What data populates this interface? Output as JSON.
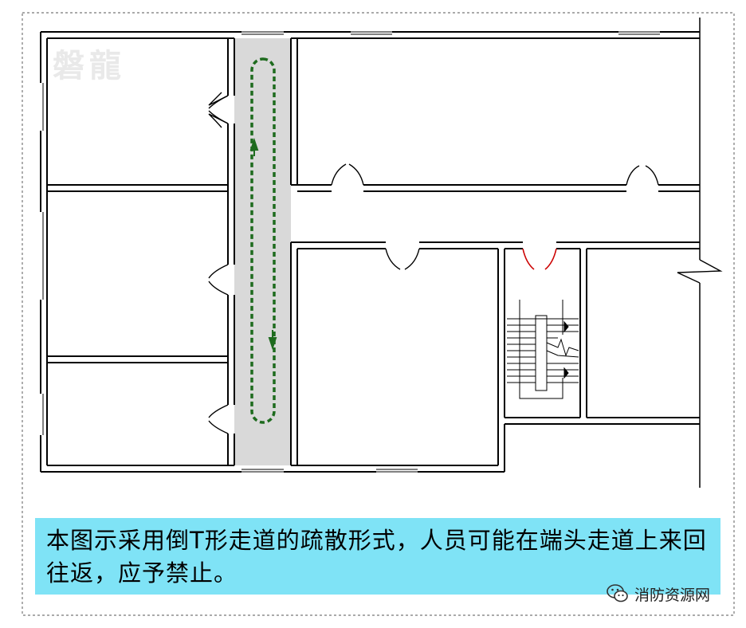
{
  "caption": {
    "text": "本图示采用倒T形走道的疏散形式，人员可能在端头走道上来回往返，应予禁止。"
  },
  "logo": {
    "text": "磐龍"
  },
  "watermark": {
    "text": "消防资源网",
    "icon": "wechat-icon"
  },
  "colors": {
    "wall": "#000000",
    "corridor": "#d9d9d9",
    "caption_bg": "#7fe3f6",
    "path": "#1e6b1e",
    "stair_door": "#cc0000",
    "frame": "#777777"
  }
}
